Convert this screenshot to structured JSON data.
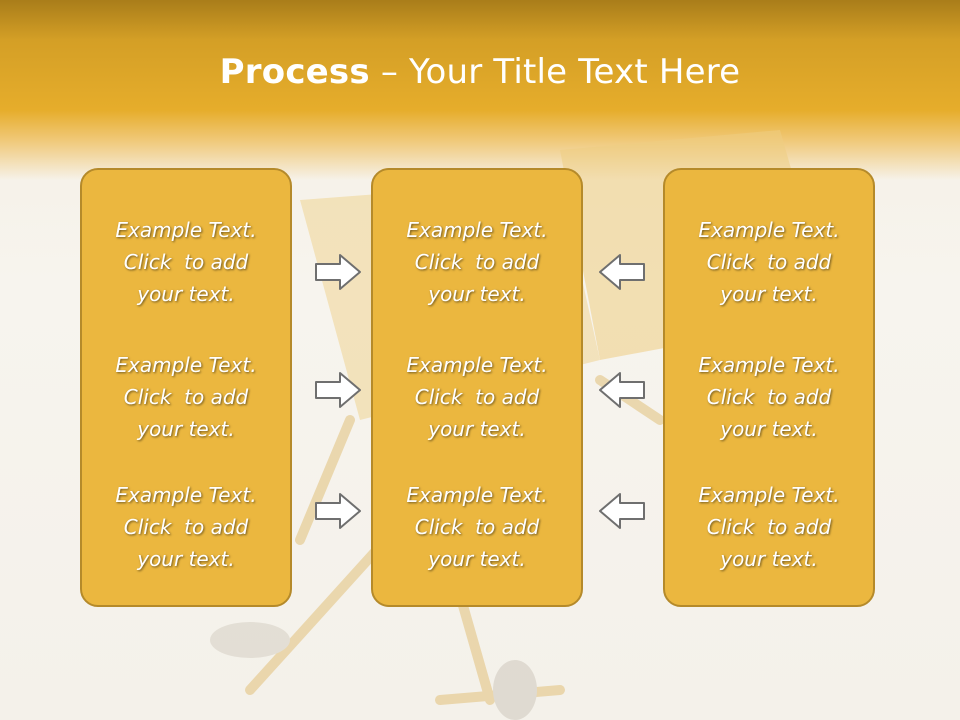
{
  "title": {
    "bold": "Process",
    "separator": " – ",
    "rest": "Your Title Text Here"
  },
  "columns": [
    {
      "items": [
        [
          "Example Text.",
          "Click  to add",
          "your text."
        ],
        [
          "Example Text.",
          "Click  to add",
          "your text."
        ],
        [
          "Example Text.",
          "Click  to add",
          "your text."
        ]
      ]
    },
    {
      "items": [
        [
          "Example Text.",
          "Click  to add",
          "your text."
        ],
        [
          "Example Text.",
          "Click  to add",
          "your text."
        ],
        [
          "Example Text.",
          "Click  to add",
          "your text."
        ]
      ]
    },
    {
      "items": [
        [
          "Example Text.",
          "Click  to add",
          "your text."
        ],
        [
          "Example Text.",
          "Click  to add",
          "your text."
        ],
        [
          "Example Text.",
          "Click  to add",
          "your text."
        ]
      ]
    }
  ],
  "arrows": {
    "left_column": "right-arrow-icon",
    "right_column": "left-arrow-icon"
  },
  "colors": {
    "header": "#e6ad2b",
    "box": "#ebb73f",
    "box_border": "#b58a2a",
    "text": "#ffffff",
    "arrow_stroke": "#6f6f6f"
  }
}
